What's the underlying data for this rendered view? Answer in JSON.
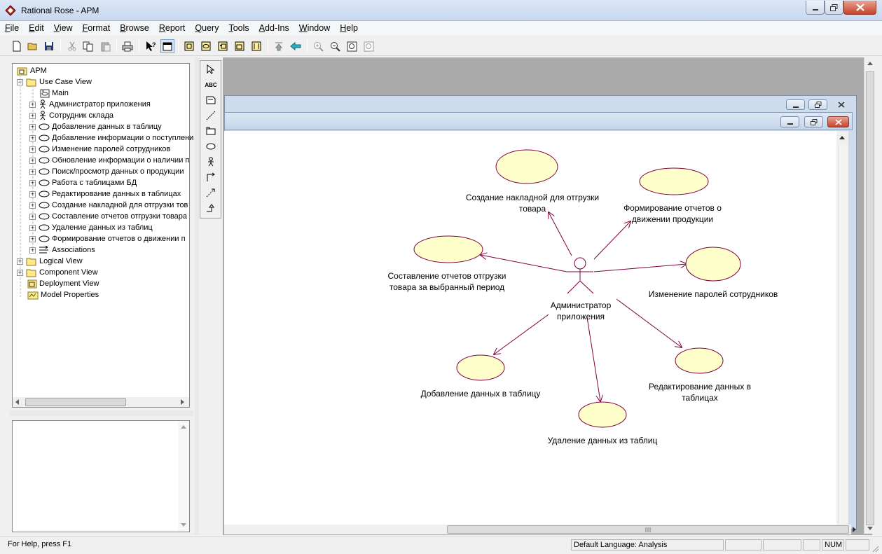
{
  "window": {
    "title": "Rational Rose - APM"
  },
  "menu": [
    {
      "label": "File",
      "u": "F",
      "rest": "ile"
    },
    {
      "label": "Edit",
      "u": "E",
      "rest": "dit"
    },
    {
      "label": "View",
      "u": "V",
      "rest": "iew"
    },
    {
      "label": "Format",
      "u": "F",
      "rest": "ormat"
    },
    {
      "label": "Browse",
      "u": "B",
      "rest": "rowse"
    },
    {
      "label": "Report",
      "u": "R",
      "rest": "eport"
    },
    {
      "label": "Query",
      "u": "Q",
      "rest": "uery"
    },
    {
      "label": "Tools",
      "u": "T",
      "rest": "ools"
    },
    {
      "label": "Add-Ins",
      "u": "A",
      "rest": "dd-Ins"
    },
    {
      "label": "Window",
      "u": "W",
      "rest": "indow"
    },
    {
      "label": "Help",
      "u": "H",
      "rest": "elp"
    }
  ],
  "browser": {
    "items": [
      {
        "label": "APM",
        "level": 0,
        "icon": "model-icon",
        "expander": "none"
      },
      {
        "label": "Use Case View",
        "level": 1,
        "icon": "folder-icon",
        "expander": "minus"
      },
      {
        "label": "Main",
        "level": 2,
        "icon": "diagram-icon",
        "expander": "none"
      },
      {
        "label": "Администратор приложения",
        "level": 2,
        "icon": "actor-icon",
        "expander": "plus"
      },
      {
        "label": "Сотрудник склада",
        "level": 2,
        "icon": "actor-icon",
        "expander": "plus"
      },
      {
        "label": "Добавление данных в таблицу",
        "level": 2,
        "icon": "use-case-icon",
        "expander": "plus"
      },
      {
        "label": "Добавление информации о поступлени",
        "level": 2,
        "icon": "use-case-icon",
        "expander": "plus"
      },
      {
        "label": "Изменение паролей сотрудников",
        "level": 2,
        "icon": "use-case-icon",
        "expander": "plus"
      },
      {
        "label": "Обновление информации о наличии п",
        "level": 2,
        "icon": "use-case-icon",
        "expander": "plus"
      },
      {
        "label": "Поиск/просмотр данных о продукции",
        "level": 2,
        "icon": "use-case-icon",
        "expander": "plus"
      },
      {
        "label": "Работа с таблицами БД",
        "level": 2,
        "icon": "use-case-icon",
        "expander": "plus"
      },
      {
        "label": "Редактирование данных в таблицах",
        "level": 2,
        "icon": "use-case-icon",
        "expander": "plus"
      },
      {
        "label": "Создание накладной для отгрузки тов",
        "level": 2,
        "icon": "use-case-icon",
        "expander": "plus"
      },
      {
        "label": "Составление отчетов отгрузки товара",
        "level": 2,
        "icon": "use-case-icon",
        "expander": "plus"
      },
      {
        "label": "Удаление данных из таблиц",
        "level": 2,
        "icon": "use-case-icon",
        "expander": "plus"
      },
      {
        "label": "Формирование отчетов о движении п",
        "level": 2,
        "icon": "use-case-icon",
        "expander": "plus"
      },
      {
        "label": "Associations",
        "level": 2,
        "icon": "associations-icon",
        "expander": "plus"
      },
      {
        "label": "Logical View",
        "level": 1,
        "icon": "folder-icon",
        "expander": "plus"
      },
      {
        "label": "Component View",
        "level": 1,
        "icon": "folder-icon",
        "expander": "plus"
      },
      {
        "label": "Deployment View",
        "level": 1,
        "icon": "deployment-icon",
        "expander": "none"
      },
      {
        "label": "Model Properties",
        "level": 1,
        "icon": "properties-icon",
        "expander": "none"
      }
    ]
  },
  "toolbox": {
    "text_tool": "ABC"
  },
  "diagram": {
    "actor": {
      "name": "Администратор\nприложения",
      "line1": "Администратор",
      "line2": "приложения"
    },
    "use_cases": [
      {
        "id": "uc1",
        "line1": "Создание накладной для отгрузки",
        "line2": "товара"
      },
      {
        "id": "uc2",
        "line1": "Формирование отчетов о",
        "line2": "движении продукции"
      },
      {
        "id": "uc3",
        "line1": "Составление отчетов отгрузки",
        "line2": "товара за выбранный период"
      },
      {
        "id": "uc4",
        "line1": "Изменение паролей сотрудников",
        "line2": ""
      },
      {
        "id": "uc5",
        "line1": "Добавление данных в таблицу",
        "line2": ""
      },
      {
        "id": "uc6",
        "line1": "Редактирование данных в",
        "line2": "таблицах"
      },
      {
        "id": "uc7",
        "line1": "Удаление данных из таблиц",
        "line2": ""
      }
    ]
  },
  "status": {
    "help": "For Help, press F1",
    "language": "Default Language: Analysis",
    "num": "NUM"
  },
  "colors": {
    "use_case_fill": "#ffffcc",
    "association": "#800040"
  }
}
